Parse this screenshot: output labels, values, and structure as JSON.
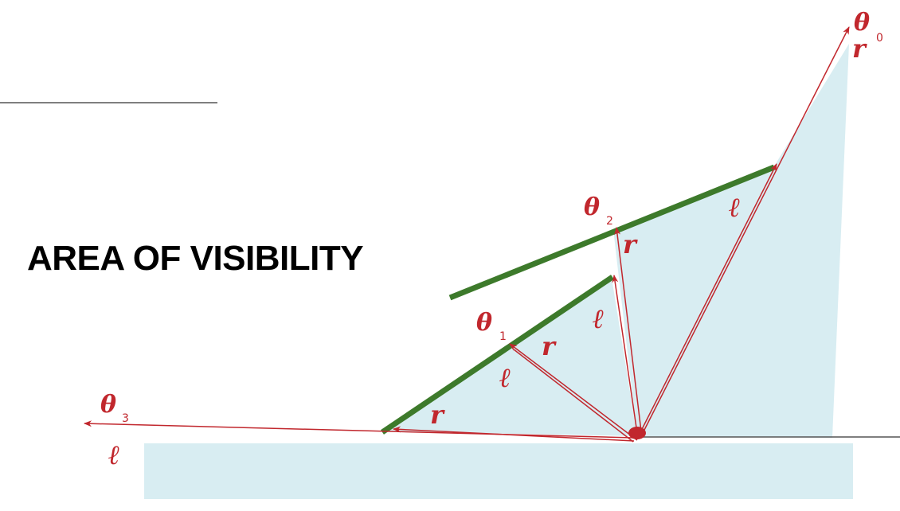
{
  "title": "AREA OF VISIBILITY",
  "colors": {
    "region_fill": "#d8edf2",
    "wall": "#3d7a2b",
    "ray": "#c1272d",
    "ground": "#555555",
    "text": "#000000"
  },
  "labels": {
    "theta0": {
      "symbol": "θ",
      "index": "0"
    },
    "theta1": {
      "symbol": "θ",
      "index": "1"
    },
    "theta2": {
      "symbol": "θ",
      "index": "2"
    },
    "theta3": {
      "symbol": "θ",
      "index": "3"
    },
    "r": "r",
    "l": "ℓ"
  }
}
